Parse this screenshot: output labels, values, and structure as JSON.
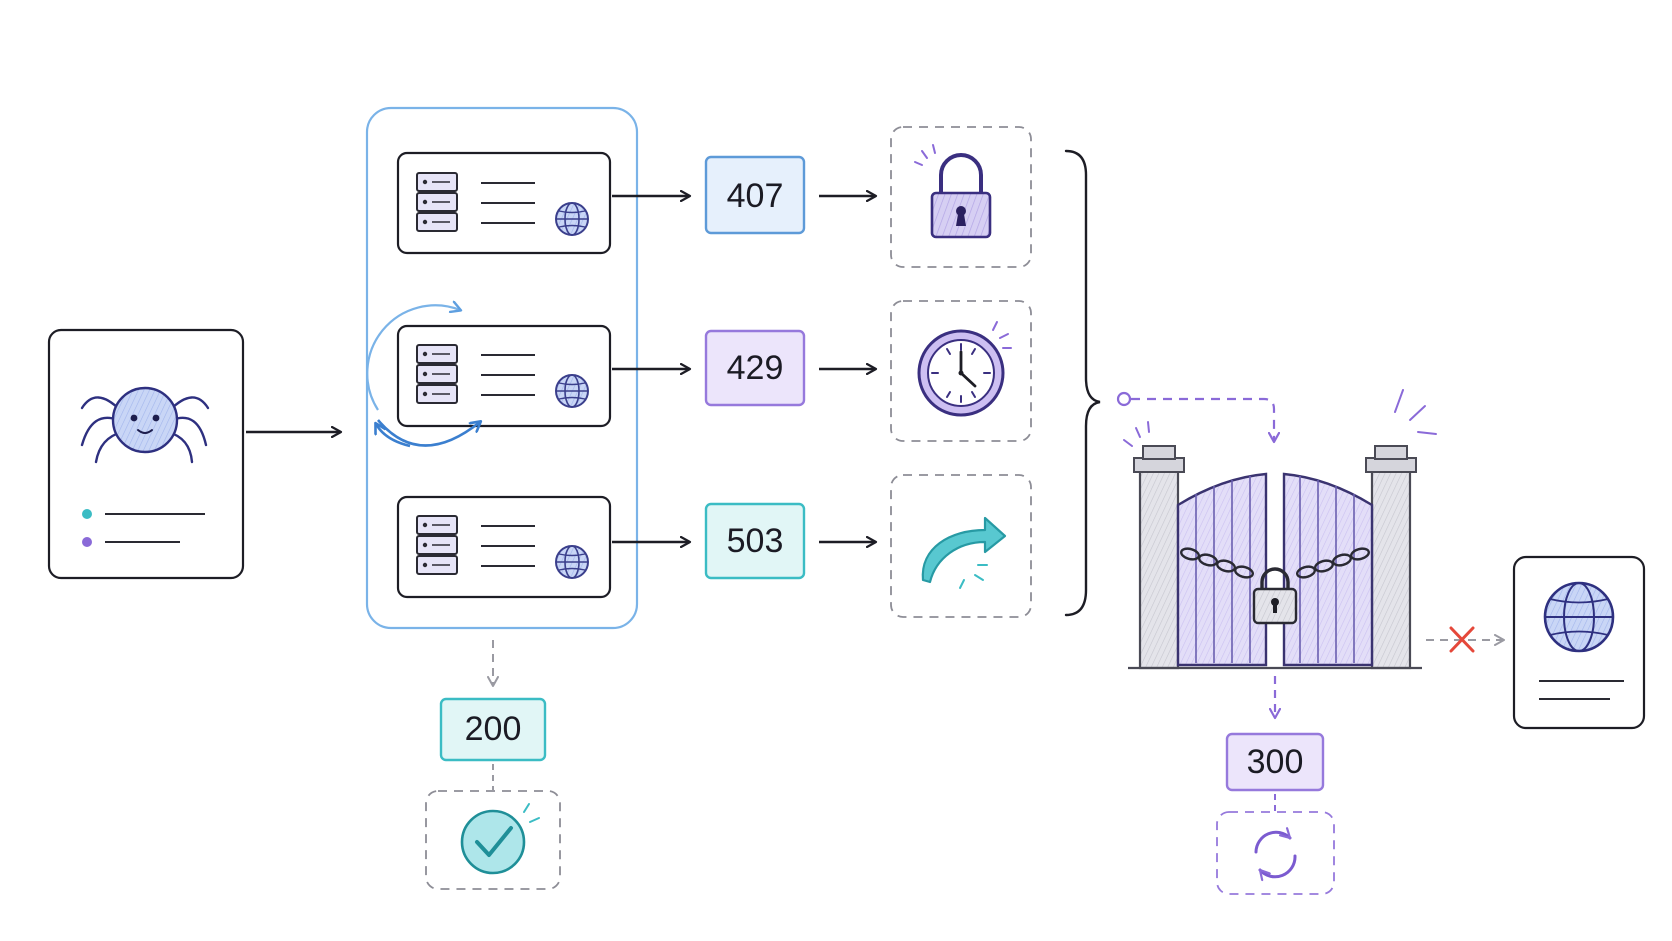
{
  "codes": {
    "c407": "407",
    "c429": "429",
    "c503": "503",
    "c200": "200",
    "c300": "300"
  },
  "icons": {
    "crawler": "spider-icon",
    "server": "server-rack-icon",
    "globe": "globe-icon",
    "rotate": "rotation-arrows-icon",
    "auth": "padlock-icon",
    "rate_limit": "clock-icon",
    "unavailable": "redirect-arrow-icon",
    "ok": "check-circle-icon",
    "blocked": "chained-gate-icon",
    "denied": "x-mark-icon",
    "redirect": "refresh-cycle-icon",
    "website": "website-page-icon"
  },
  "colors": {
    "blue": "#6aa9e0",
    "purple": "#8a6ad8",
    "teal": "#3bbcc4",
    "red": "#e5483a",
    "ink": "#1d1d25",
    "gray": "#9a9aa2"
  }
}
